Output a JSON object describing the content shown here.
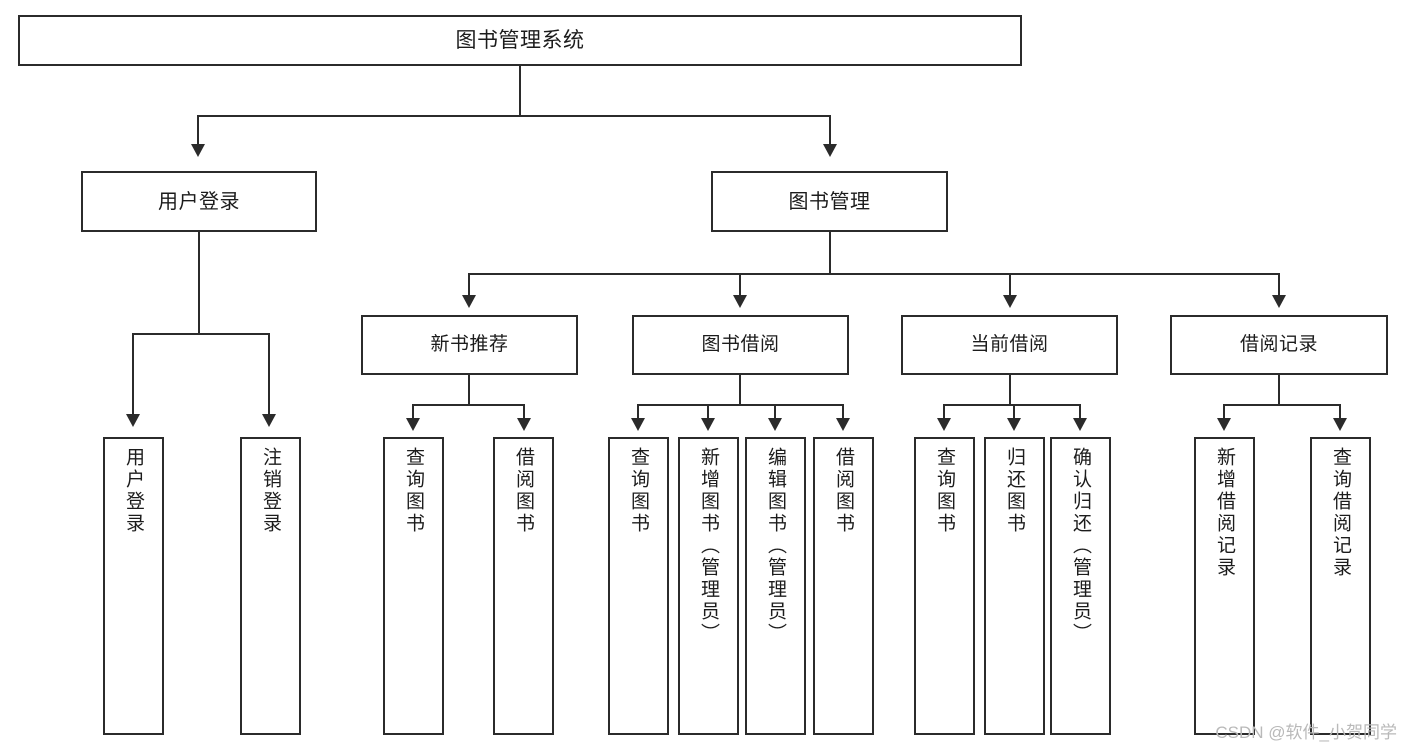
{
  "diagram": {
    "title": "图书管理系统",
    "type": "tree-hierarchy-chart",
    "root": {
      "label": "图书管理系统"
    },
    "level2": [
      {
        "label": "用户登录"
      },
      {
        "label": "图书管理"
      }
    ],
    "level3": [
      {
        "label": "新书推荐"
      },
      {
        "label": "图书借阅"
      },
      {
        "label": "当前借阅"
      },
      {
        "label": "借阅记录"
      }
    ],
    "leaves": {
      "user_login": [
        {
          "label": "用户登录"
        },
        {
          "label": "注销登录"
        }
      ],
      "new_book_recommend": [
        {
          "label": "查询图书"
        },
        {
          "label": "借阅图书"
        }
      ],
      "book_borrow": [
        {
          "label": "查询图书"
        },
        {
          "label": "新增图书（管理员）"
        },
        {
          "label": "编辑图书（管理员）"
        },
        {
          "label": "借阅图书"
        }
      ],
      "current_borrow": [
        {
          "label": "查询图书"
        },
        {
          "label": "归还图书"
        },
        {
          "label": "确认归还（管理员）"
        }
      ],
      "borrow_record": [
        {
          "label": "新增借阅记录"
        },
        {
          "label": "查询借阅记录"
        }
      ]
    }
  },
  "watermark": {
    "text": "CSDN @软件_小贺同学"
  },
  "colors": {
    "stroke": "#2b2b2b",
    "text": "#1c1c1c",
    "background": "#ffffff",
    "watermark": "#b9b9b9"
  }
}
